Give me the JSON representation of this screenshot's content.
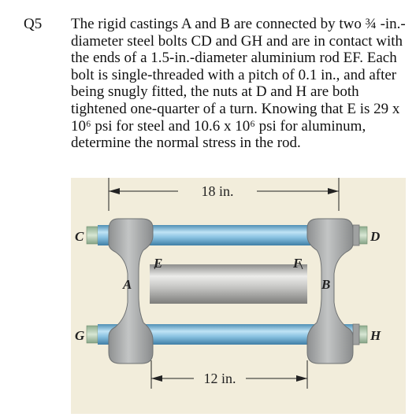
{
  "question": {
    "number": "Q5",
    "text": "The rigid castings A and B are connected by two ¾ -in.-diameter steel bolts CD and GH and are in contact with the ends of a 1.5-in.-diameter aluminium rod EF. Each bolt is single-threaded with a pitch of 0.1 in., and after being snugly fitted, the nuts at D and H are both tightened one-quarter of a turn. Knowing that E is 29 x 10⁶ psi for steel and 10.6 x 10⁶ psi for aluminum, determine the normal stress in the rod."
  },
  "figure": {
    "dim_top": "18 in.",
    "dim_bottom": "12 in.",
    "labels": {
      "C": "C",
      "D": "D",
      "E": "E",
      "F": "F",
      "A": "A",
      "B": "B",
      "G": "G",
      "H": "H"
    },
    "colors": {
      "background": "#f2eddb",
      "bolt": "#7fbfe0",
      "casting": "#a9abab",
      "rod": "#c9c9c7",
      "dim_line": "#222222"
    }
  }
}
